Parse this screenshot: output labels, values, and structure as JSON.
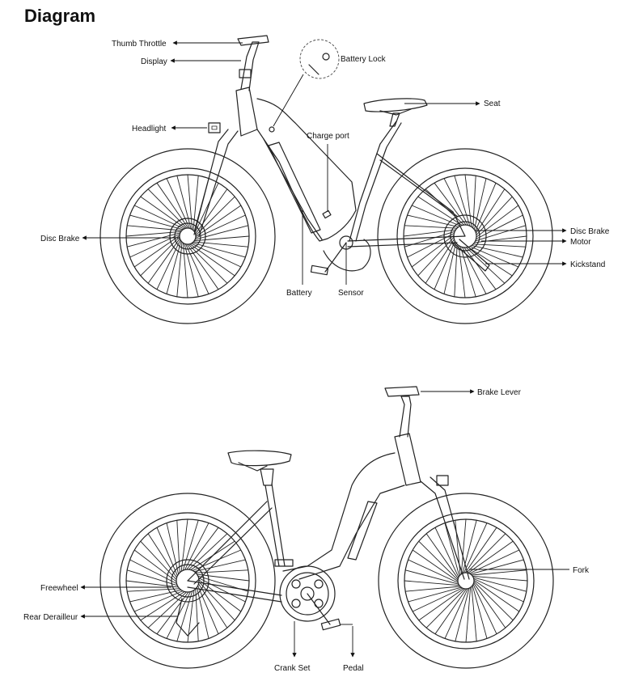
{
  "title": "Diagram",
  "top_bike": {
    "labels": {
      "thumb_throttle": "Thumb Throttle",
      "display": "Display",
      "battery_lock": "Battery Lock",
      "seat": "Seat",
      "headlight": "Headlight",
      "charge_port": "Charge port",
      "disc_brake_front": "Disc Brake",
      "disc_brake_rear": "Disc Brake",
      "motor": "Motor",
      "kickstand": "Kickstand",
      "battery": "Battery",
      "sensor": "Sensor"
    }
  },
  "bottom_bike": {
    "labels": {
      "brake_lever": "Brake Lever",
      "fork": "Fork",
      "freewheel": "Freewheel",
      "rear_derailleur": "Rear Derailleur",
      "crank_set": "Crank Set",
      "pedal": "Pedal"
    }
  }
}
